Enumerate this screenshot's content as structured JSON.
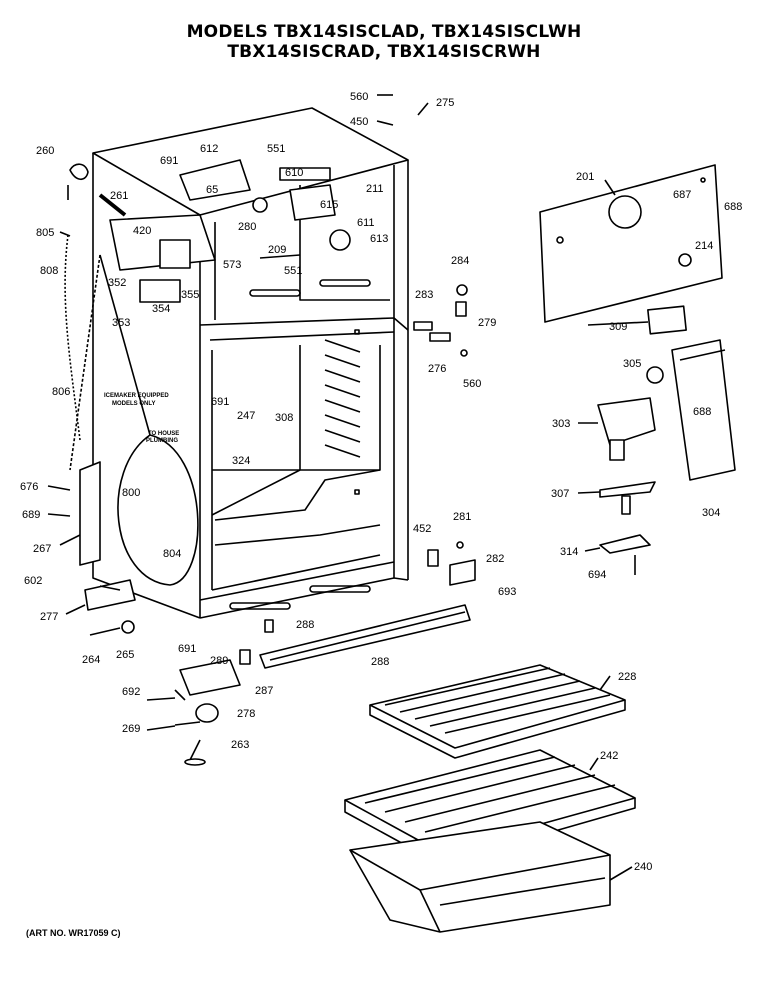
{
  "header": {
    "line1": "MODELS TBX14SISCLAD, TBX14SISCLWH",
    "line2": "TBX14SISCRAD, TBX14SISCRWH"
  },
  "notes": {
    "icemaker_1": "ICEMAKER EQUIPPED",
    "icemaker_2": "MODELS ONLY",
    "house_1": "TO HOUSE",
    "house_2": "PLUMBING"
  },
  "art_no": "(ART NO. WR17059 C)",
  "parts": [
    "560",
    "275",
    "450",
    "260",
    "612",
    "551",
    "691",
    "610",
    "211",
    "261",
    "65",
    "615",
    "611",
    "613",
    "805",
    "280",
    "420",
    "209",
    "573",
    "551",
    "808",
    "352",
    "355",
    "354",
    "353",
    "284",
    "283",
    "279",
    "276",
    "560",
    "201",
    "687",
    "688",
    "214",
    "309",
    "305",
    "303",
    "688",
    "304",
    "307",
    "314",
    "694",
    "806",
    "691",
    "247",
    "308",
    "324",
    "676",
    "689",
    "267",
    "800",
    "804",
    "452",
    "281",
    "282",
    "693",
    "602",
    "277",
    "691",
    "288",
    "289",
    "288",
    "264",
    "265",
    "287",
    "692",
    "278",
    "269",
    "263",
    "228",
    "242",
    "240"
  ]
}
